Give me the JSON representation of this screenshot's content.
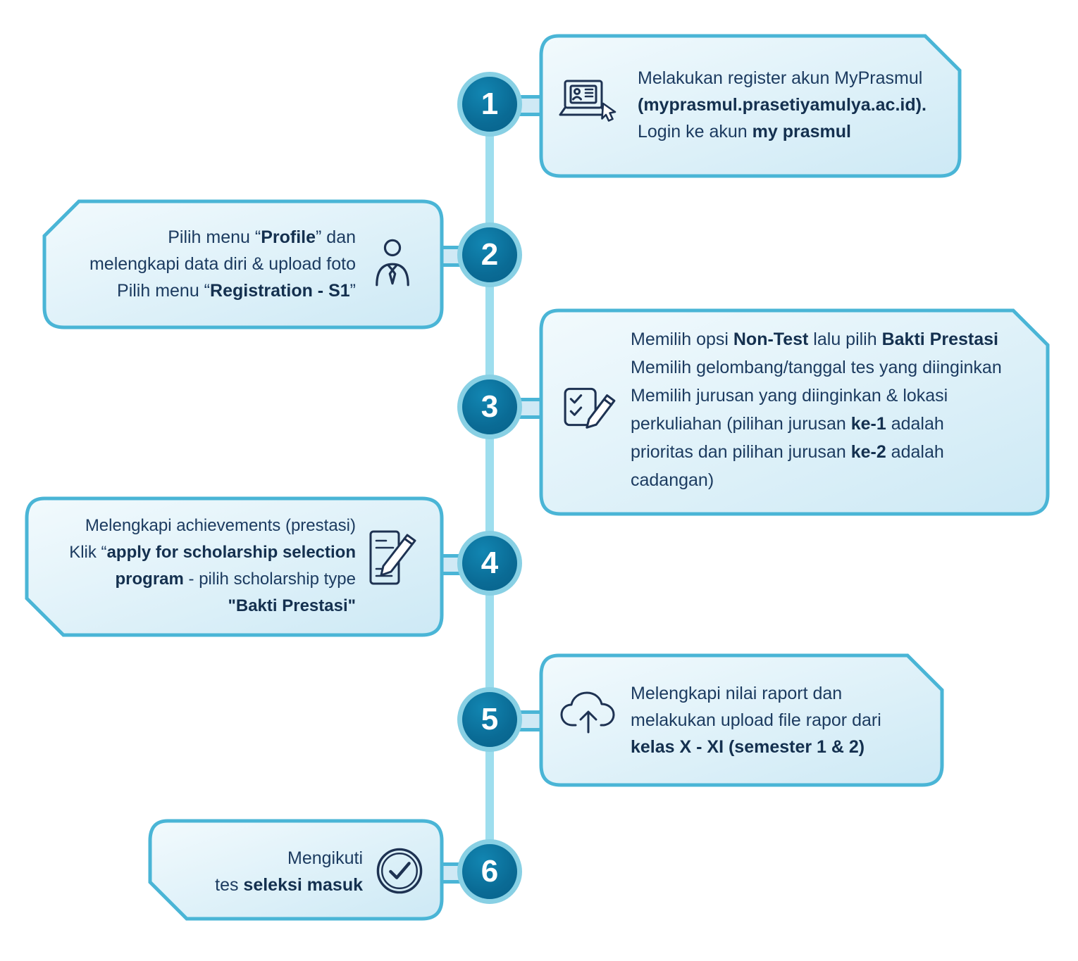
{
  "colors": {
    "accent_border": "#4ab5d6",
    "timeline_line": "#9edeee",
    "circle_fill": "#0a6b95",
    "circle_ring": "#88d0e4",
    "bubble_fill_top": "#f2fafd",
    "bubble_fill_bottom": "#cde9f5",
    "text": "#1c3b60"
  },
  "steps": [
    {
      "number": "1",
      "side": "right",
      "icon": "laptop-register-icon",
      "segments": [
        {
          "t": "Melakukan register akun MyPrasmul\n"
        },
        {
          "t": "(myprasmul.prasetiyamulya.ac.id).",
          "b": true
        },
        {
          "t": "\nLogin ke akun "
        },
        {
          "t": "my prasmul",
          "b": true
        }
      ]
    },
    {
      "number": "2",
      "side": "left",
      "icon": "person-profile-icon",
      "segments": [
        {
          "t": "Pilih menu “"
        },
        {
          "t": "Profile",
          "b": true
        },
        {
          "t": "” dan\nmelengkapi data diri & upload foto\nPilih menu “"
        },
        {
          "t": "Registration - S1",
          "b": true
        },
        {
          "t": "”"
        }
      ]
    },
    {
      "number": "3",
      "side": "right",
      "icon": "checklist-pencil-icon",
      "segments": [
        {
          "t": "Memilih opsi "
        },
        {
          "t": "Non-Test",
          "b": true
        },
        {
          "t": " lalu pilih "
        },
        {
          "t": "Bakti Prestasi",
          "b": true
        },
        {
          "t": "\nMemilih gelombang/tanggal tes yang diinginkan\nMemilih jurusan yang diinginkan & lokasi\nperkuliahan (pilihan jurusan "
        },
        {
          "t": "ke-1",
          "b": true
        },
        {
          "t": " adalah\nprioritas dan pilihan jurusan "
        },
        {
          "t": "ke-2",
          "b": true
        },
        {
          "t": " adalah\ncadangan)"
        }
      ]
    },
    {
      "number": "4",
      "side": "left",
      "icon": "document-pencil-icon",
      "segments": [
        {
          "t": "Melengkapi achievements (prestasi)\nKlik “"
        },
        {
          "t": "apply for scholarship selection\nprogram",
          "b": true
        },
        {
          "t": " - pilih scholarship type\n"
        },
        {
          "t": "\"Bakti Prestasi\"",
          "b": true
        }
      ]
    },
    {
      "number": "5",
      "side": "right",
      "icon": "cloud-upload-icon",
      "segments": [
        {
          "t": "Melengkapi nilai raport dan\nmelakukan upload file rapor dari\n"
        },
        {
          "t": "kelas X - XI (semester 1 & 2)",
          "b": true
        }
      ]
    },
    {
      "number": "6",
      "side": "left",
      "icon": "check-circle-icon",
      "segments": [
        {
          "t": "Mengikuti\ntes "
        },
        {
          "t": "seleksi masuk",
          "b": true
        }
      ]
    }
  ]
}
